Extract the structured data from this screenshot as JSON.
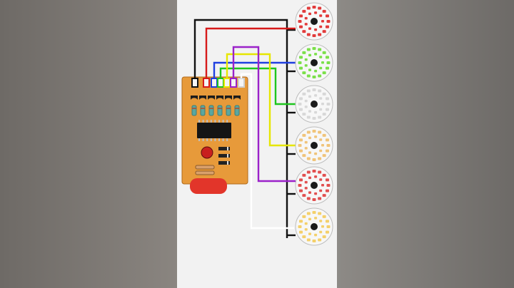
{
  "wire_colors": {
    "common": "#111111",
    "ch1": "#d71a1a",
    "ch2": "#1f3fe0",
    "ch3": "#1ec61e",
    "ch4": "#e6e600",
    "ch5": "#9b22c9",
    "ch6": "#ffffff"
  },
  "board": {
    "pcb_color": "#e79a3a",
    "ic_color": "#151515",
    "capacitor_color": "#c8201e",
    "battery_color": "#e2352a"
  },
  "lamps": [
    {
      "name": "led-lamp-1",
      "led_color": "#e23b3b"
    },
    {
      "name": "led-lamp-2",
      "led_color": "#7be04a"
    },
    {
      "name": "led-lamp-3",
      "led_color": "#d8d8d8"
    },
    {
      "name": "led-lamp-4",
      "led_color": "#f0c47a"
    },
    {
      "name": "led-lamp-5",
      "led_color": "#e25050"
    },
    {
      "name": "led-lamp-6",
      "led_color": "#f4d06a"
    }
  ]
}
